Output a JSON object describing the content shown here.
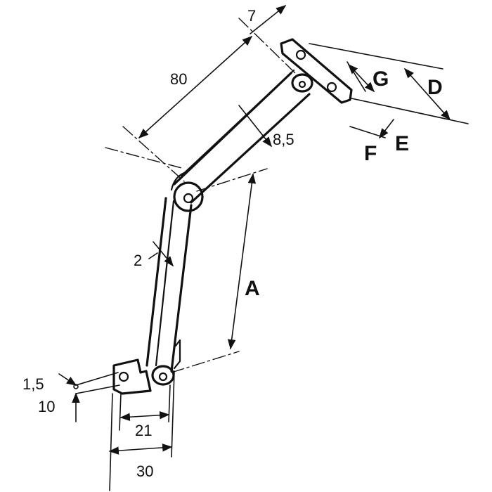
{
  "dimensions": {
    "top_offset": "7",
    "upper_arm_length": "80",
    "upper_arm_width": "8,5",
    "arm_thickness": "2",
    "hole_dia": "1,5",
    "foot_height": "10",
    "foot_hole_span": "21",
    "foot_width": "30"
  },
  "letters": {
    "a": "A",
    "d": "D",
    "e": "E",
    "f": "F",
    "g": "G"
  }
}
